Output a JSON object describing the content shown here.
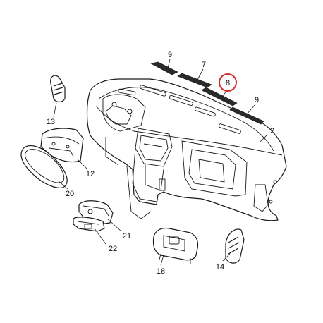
{
  "callouts": {
    "c9a": "9",
    "c7": "7",
    "c8": "8",
    "c9b": "9",
    "c2": "2",
    "c13": "13",
    "c12": "12",
    "c20": "20",
    "c21": "21",
    "c22": "22",
    "c18": "18",
    "c14": "14"
  },
  "highlight": {
    "label": "8",
    "color": "#d32f2f"
  }
}
